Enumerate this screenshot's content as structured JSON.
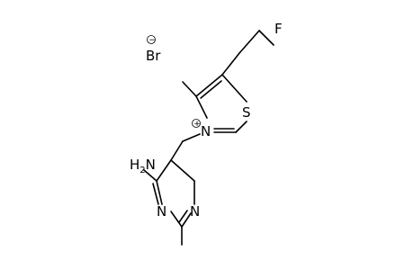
{
  "molecule": {
    "counterion": {
      "label": "Br",
      "charge": "−"
    },
    "atoms": {
      "fluorine": "F",
      "sulfur": "S",
      "thiazolium_nitrogen": "N",
      "thiazolium_charge": "+",
      "amine": "H2N",
      "pyrimidine_n1": "N",
      "pyrimidine_n3": "N"
    }
  }
}
